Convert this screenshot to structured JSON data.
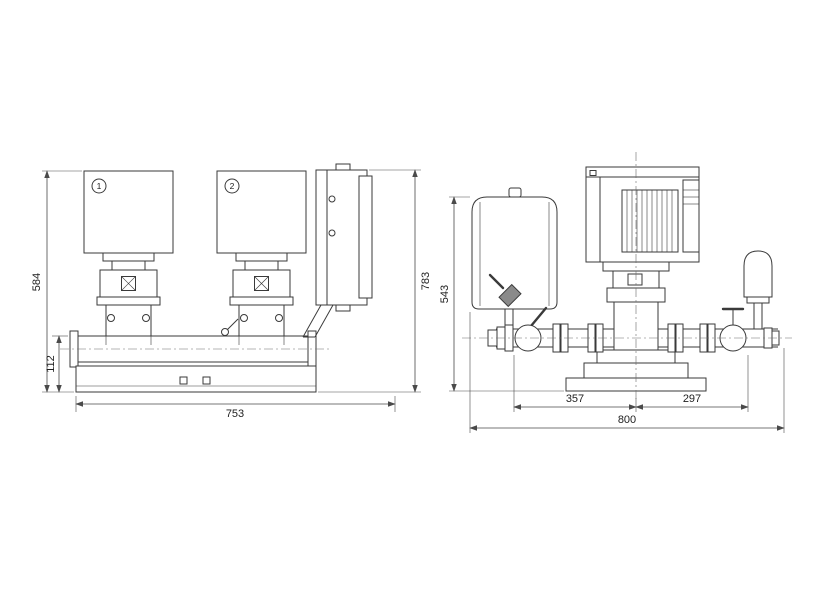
{
  "front_view": {
    "pump1_label": "1",
    "pump2_label": "2",
    "dims": {
      "total_height": "584",
      "base_height": "112",
      "length": "753",
      "cabinet_height": "783"
    }
  },
  "side_view": {
    "dims": {
      "height": "543",
      "tank_to_pump": "357",
      "pump_to_outlet": "297",
      "total_length": "800"
    }
  },
  "colors": {
    "line": "#3a3a3a",
    "background": "#ffffff"
  }
}
